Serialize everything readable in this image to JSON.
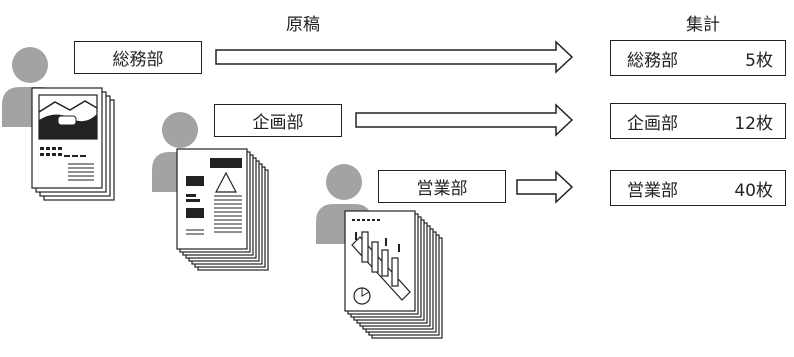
{
  "headers": {
    "originals": "原稿",
    "total": "集計"
  },
  "departments": [
    {
      "name": "総務部",
      "count": "5枚"
    },
    {
      "name": "企画部",
      "count": "12枚"
    },
    {
      "name": "営業部",
      "count": "40枚"
    }
  ],
  "colors": {
    "person": "#a3a3a3",
    "line": "#222222"
  }
}
